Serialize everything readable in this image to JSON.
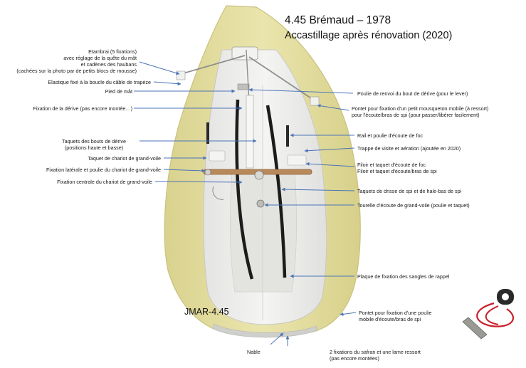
{
  "header": {
    "title": "4.45 Brémaud – 1978",
    "subtitle": "Accastillage après rénovation (2020)"
  },
  "hull_marking": "JMAR-4.45",
  "left_labels": {
    "etambrai": [
      "Etambrai (5 fixations)",
      "avec réglage de la quête du mât",
      "et cadènes des haubans",
      "(cachées sur la photo par de petits blocs de mousse)"
    ],
    "elastique": "Elastique fixé à la boucle du câble de trapèze",
    "pied_mat": "Pied de mât",
    "fixation_derive": "Fixation de la dérive (pas encore montée…)",
    "taquets_derive": [
      "Taquets des bouts de dérive",
      "(positions haute et basse)"
    ],
    "taquet_chariot": "Taquet de chariot de grand-voile",
    "fixation_laterale": "Fixation latérale et poulie du chariot de grand-voile",
    "fixation_centrale": "Fixation centrale du chariot de grand-voile"
  },
  "right_labels": {
    "poulie_renvoi": "Poulie de renvoi du bout de dérive (pour le lever)",
    "pontet_avant": [
      "Pontet pour fixation d'un petit mousqueton mobile (à ressort)",
      "pour l'écoute/bras de spi (pour passer/libérer facilement)"
    ],
    "rail_foc": "Rail et poulie d'écoute de foc",
    "trappe": "Trappe de visite et aération (ajoutée en 2020)",
    "filoir": [
      "Filoir et taquet d'écoute de foc",
      "Filoir et taquet d'écoute/bras de spi"
    ],
    "taquets_drisse": "Taquets de drisse de spi et de hale-bas de spi",
    "tourelle": "Tourelle d'écoute de grand-voile (poulie et taquet)",
    "plaque": "Plaque de fixation des sangles de rappel",
    "pontet_arriere": [
      "Pontet pour fixation d'une poulie",
      "mobile d'écoute/bras de spi"
    ]
  },
  "bottom_labels": {
    "nable": "Nable",
    "safran": [
      "2 fixations du safran et une lame ressort",
      "(pas encore montées)"
    ]
  },
  "colors": {
    "hull": "#e6e0a2",
    "hull_edge": "#c9c27e",
    "deck": "#efefed",
    "cockpit": "#e2e2e0",
    "arrow": "#4b74b8",
    "strap": "#1c1c1c",
    "traveller": "#b8895a",
    "rope": "#c8202a"
  },
  "icons": [
    "boat-hull-photo",
    "hiking-strap",
    "mainsheet-traveller",
    "pontet-pulley-detail-icon"
  ]
}
